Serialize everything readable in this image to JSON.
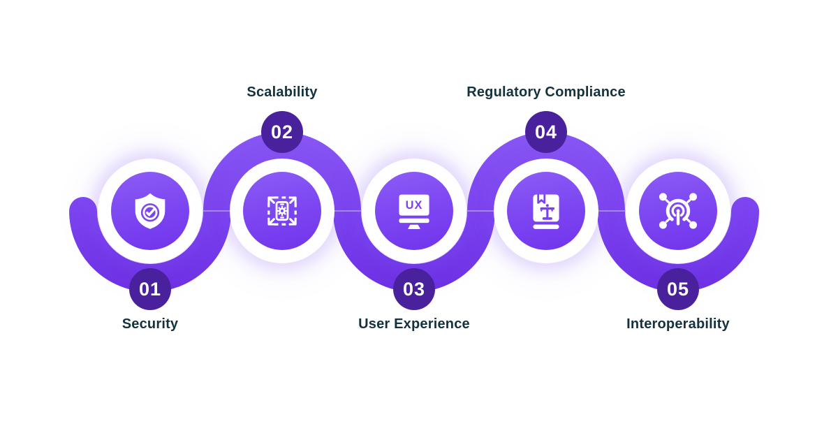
{
  "diagram": {
    "type": "process-flow-snake",
    "step_count": 5,
    "steps": [
      {
        "number": "01",
        "label": "Security",
        "icon": "shield-check-icon",
        "label_position": "bottom"
      },
      {
        "number": "02",
        "label": "Scalability",
        "icon": "scalability-phone-icon",
        "label_position": "top"
      },
      {
        "number": "03",
        "label": "User Experience",
        "icon": "ux-monitor-icon",
        "icon_text": "UX",
        "label_position": "bottom"
      },
      {
        "number": "04",
        "label": "Regulatory Compliance",
        "icon": "law-book-icon",
        "label_position": "top"
      },
      {
        "number": "05",
        "label": "Interoperability",
        "icon": "network-hub-icon",
        "label_position": "bottom"
      }
    ],
    "colors": {
      "band_gradient_top": "#8A58F4",
      "band_gradient_bottom": "#6C2FE2",
      "node_circle_top": "#8C5CF6",
      "node_circle_bottom": "#7134EB",
      "badge_background": "#4A219D",
      "badge_text": "#FFFFFF",
      "label_text": "#14313E",
      "icon_accent": "#7B41F0",
      "background": "#FFFFFF"
    }
  }
}
